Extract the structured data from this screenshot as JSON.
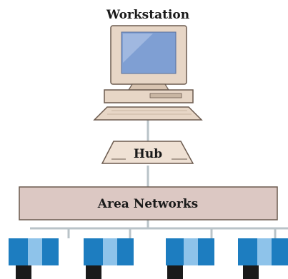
{
  "workstation": {
    "label": "Workstation"
  },
  "hub": {
    "label": "Hub"
  },
  "network": {
    "label": "Area Networks"
  },
  "devices": [
    {
      "id": "device-1"
    },
    {
      "id": "device-2"
    },
    {
      "id": "device-3"
    },
    {
      "id": "device-4"
    }
  ],
  "colors": {
    "beige": "#e7d6c6",
    "beige_dark": "#c9b6a3",
    "outline": "#6b5a4e",
    "screen_blue": "#7f9fd3",
    "screen_blue_light": "#aec3e6",
    "line": "#b9c3c8",
    "hub_fill": "#efe1d4",
    "network_fill": "#dcc8c3",
    "device_blue": "#1d7dc0",
    "device_light": "#8ec3ea",
    "device_foot": "#1a1a1a"
  }
}
